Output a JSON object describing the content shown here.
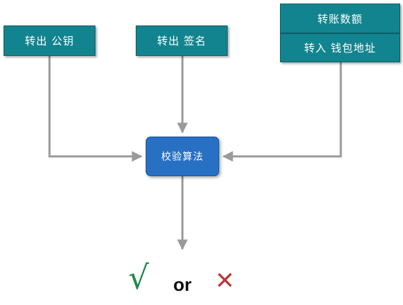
{
  "inputs": {
    "pubkey_label": "转出 公钥",
    "signature_label": "转出 签名",
    "amount_label": "转账数额",
    "address_label": "转入 钱包地址"
  },
  "process": {
    "label": "校验算法"
  },
  "result": {
    "pass_symbol": "√",
    "connector": "or",
    "fail_symbol": "✕"
  },
  "colors": {
    "input_box": "#12848f",
    "process_box": "#2870c4",
    "arrow": "#9a9a9a",
    "pass": "#1f8a4c",
    "fail": "#b83a3a"
  }
}
